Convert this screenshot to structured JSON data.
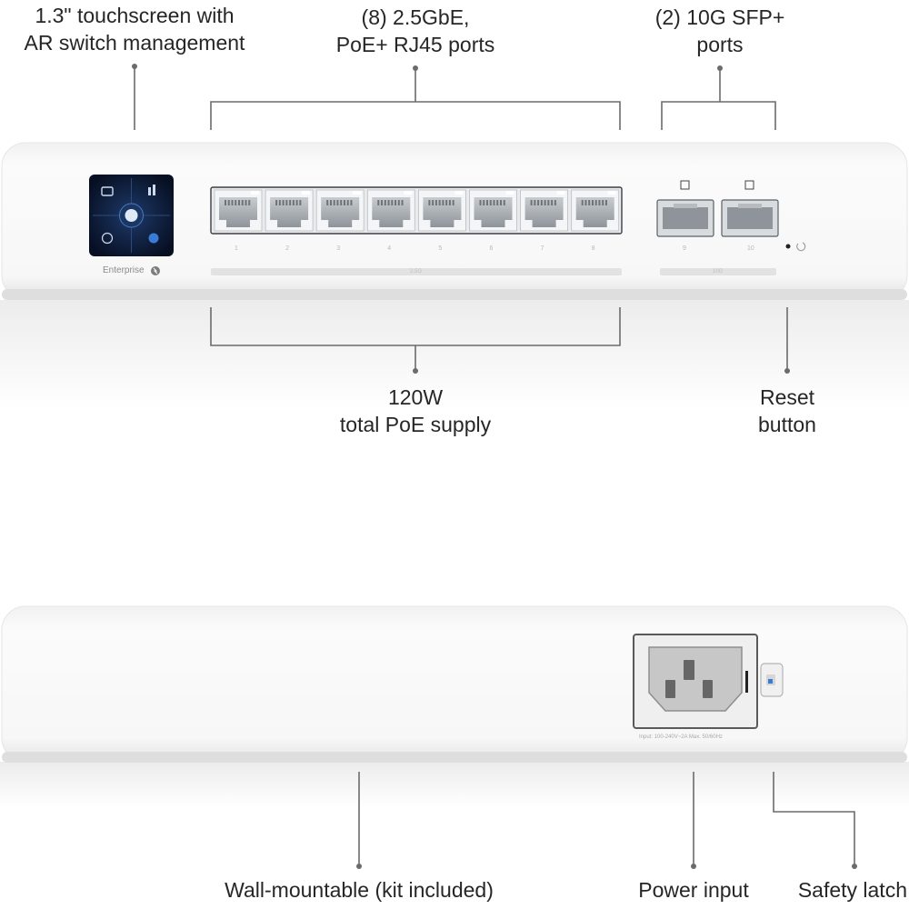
{
  "callouts": {
    "touchscreen": {
      "line1": "1.3\" touchscreen with",
      "line2": "AR switch management"
    },
    "rj45": {
      "line1": "(8) 2.5GbE,",
      "line2": "PoE+ RJ45 ports"
    },
    "sfp": {
      "line1": "(2) 10G SFP+",
      "line2": "ports"
    },
    "poe": {
      "line1": "120W",
      "line2": "total PoE supply"
    },
    "reset": {
      "line1": "Reset",
      "line2": "button"
    },
    "wall": {
      "line1": "Wall-mountable (kit included)"
    },
    "power": {
      "line1": "Power input"
    },
    "latch": {
      "line1": "Safety latch"
    }
  },
  "device_front": {
    "brand_label": "Enterprise",
    "rj45_ports": [
      "1",
      "2",
      "3",
      "4",
      "5",
      "6",
      "7",
      "8"
    ],
    "rj45_bar_label": "2.5G",
    "sfp_ports": [
      "9",
      "10"
    ],
    "sfp_bar_label": "10G"
  },
  "device_rear": {
    "power_rating": "Input: 100-240V~2A Max. 50/60Hz"
  },
  "colors": {
    "device_body": "#f7f7f7",
    "screen": "#0b1630",
    "screen_accent": "#3a7bd5",
    "port_interior": "#9aa0a6",
    "callout_line": "#6b6b6b"
  }
}
